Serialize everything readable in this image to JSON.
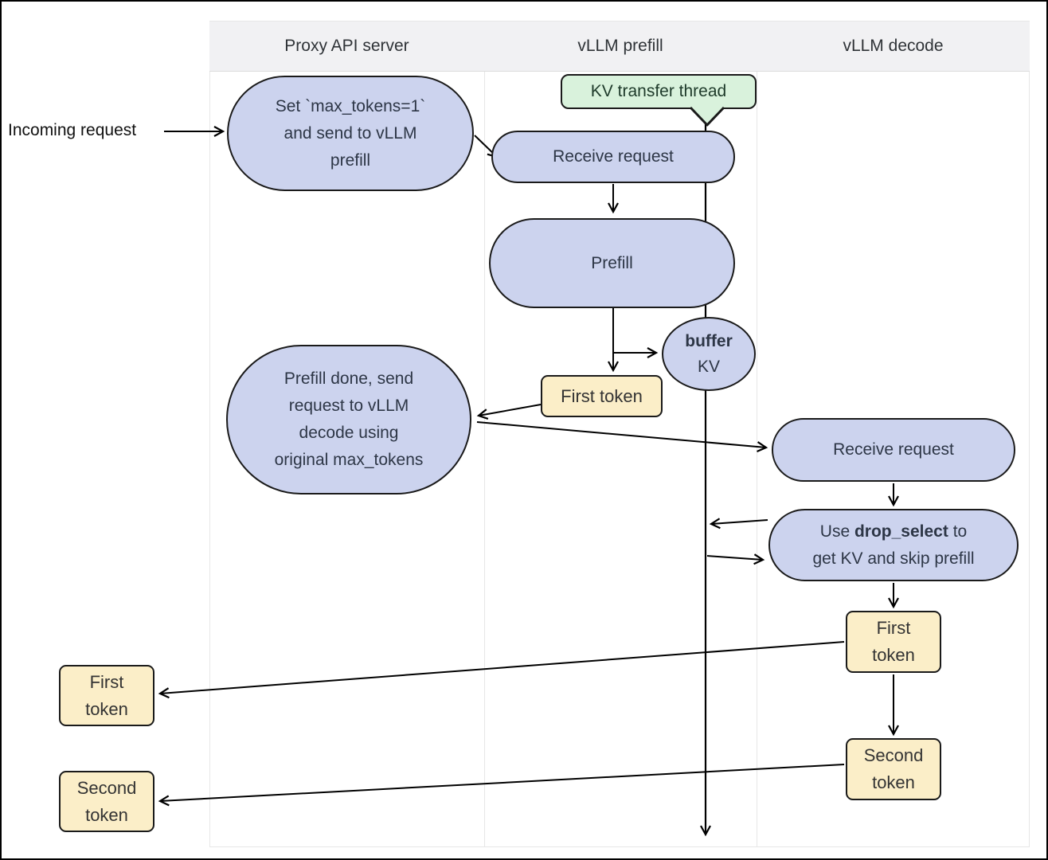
{
  "colors": {
    "node_fill": "#ccd3ee",
    "token_fill": "#fbeec8",
    "note_fill": "#d9f2dc",
    "node_border": "#1a1a1a",
    "lane_header_bg": "#f1f1f3",
    "arrow": "#000000"
  },
  "lanes": [
    {
      "label": "Proxy API server"
    },
    {
      "label": "vLLM prefill"
    },
    {
      "label": "vLLM decode"
    }
  ],
  "annotations": {
    "incoming_request": "Incoming request",
    "kv_transfer_thread": "KV transfer thread"
  },
  "nodes": {
    "set_max_tokens": {
      "line1": "Set `max_tokens=1`",
      "line2": "and send to vLLM",
      "line3": "prefill"
    },
    "receive_request_prefill": {
      "label": "Receive request"
    },
    "prefill": {
      "label": "Prefill"
    },
    "buffer_kv": {
      "bold": "buffer",
      "label": "KV"
    },
    "first_token_prefill": {
      "label": "First token"
    },
    "prefill_done": {
      "line1": "Prefill done, send",
      "line2": "request to vLLM",
      "line3": "decode using",
      "line4": "original max_tokens"
    },
    "receive_request_decode": {
      "label": "Receive request"
    },
    "drop_select": {
      "line1_prefix": "Use ",
      "line1_bold": "drop_select",
      "line1_suffix": " to",
      "line2": "get KV and skip prefill"
    },
    "first_token_decode": {
      "line1": "First",
      "line2": "token"
    },
    "second_token_decode": {
      "line1": "Second",
      "line2": "token"
    },
    "first_token_out": {
      "line1": "First",
      "line2": "token"
    },
    "second_token_out": {
      "line1": "Second",
      "line2": "token"
    }
  }
}
